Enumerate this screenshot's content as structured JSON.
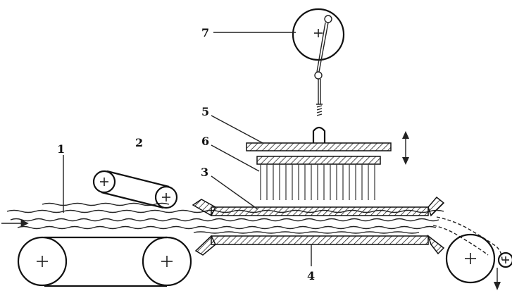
{
  "labels": {
    "l1": "1",
    "l2": "2",
    "l3": "3",
    "l4": "4",
    "l5": "5",
    "l6": "6",
    "l7": "7"
  },
  "colors": {
    "ink": "#222222",
    "background": "#ffffff"
  }
}
